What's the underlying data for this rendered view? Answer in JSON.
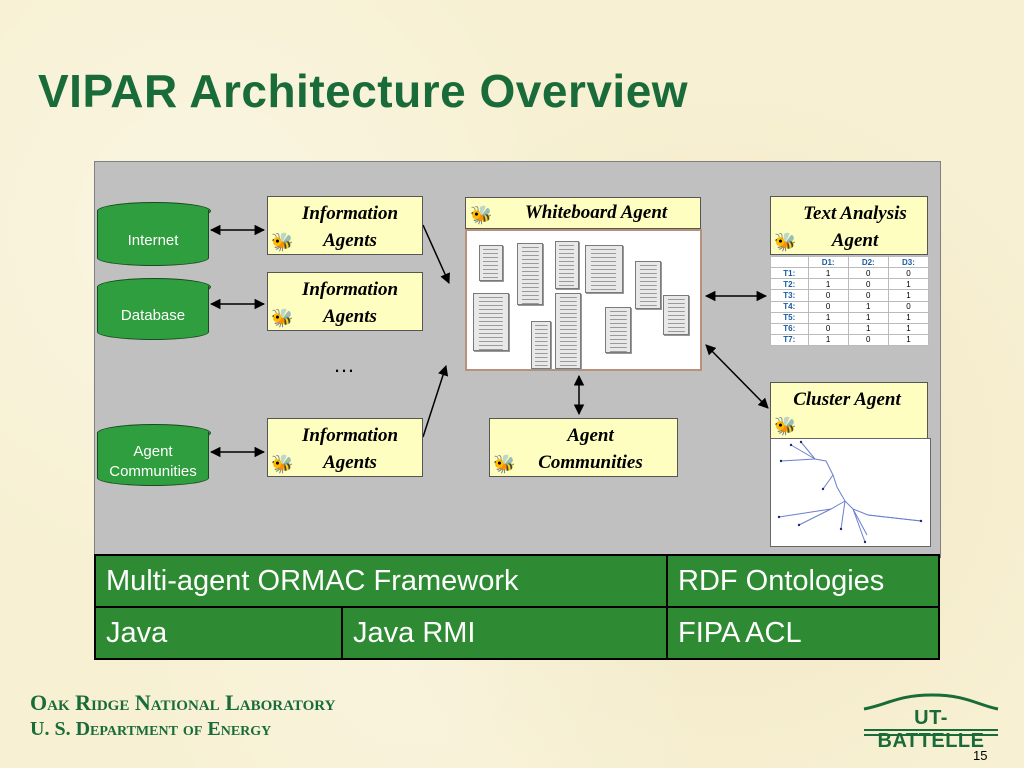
{
  "title": "VIPAR Architecture Overview",
  "sources": [
    "Internet",
    "Database",
    "Agent Communities"
  ],
  "info_agents": [
    "Information Agents",
    "Information Agents",
    "Information Agents"
  ],
  "ellipsis": "…",
  "whiteboard_agent": "Whiteboard Agent",
  "agent_communities": "Agent Communities",
  "text_analysis_agent": "Text Analysis Agent",
  "cluster_agent": "Cluster Agent",
  "matrix": {
    "headers": [
      "",
      "D1:",
      "D2:",
      "D3:"
    ],
    "rows": [
      [
        "T1:",
        "1",
        "0",
        "0"
      ],
      [
        "T2:",
        "1",
        "0",
        "1"
      ],
      [
        "T3:",
        "0",
        "0",
        "1"
      ],
      [
        "T4:",
        "0",
        "1",
        "0"
      ],
      [
        "T5:",
        "1",
        "1",
        "1"
      ],
      [
        "T6:",
        "0",
        "1",
        "1"
      ],
      [
        "T7:",
        "1",
        "0",
        "1"
      ]
    ]
  },
  "framework": {
    "ormac": "Multi-agent ORMAC Framework",
    "rdf": "RDF Ontologies",
    "java": "Java",
    "rmi": "Java RMI",
    "fipa": "FIPA ACL"
  },
  "footer": {
    "ornl_line1": "Oak Ridge National Laboratory",
    "ornl_line2": "U. S. Department of Energy",
    "logo": "UT-BATTELLE",
    "page": "15"
  },
  "colors": {
    "title": "#1a6b3a",
    "box_green": "#2e8b33",
    "cylinder": "#2e9e3e",
    "agent_box": "#fefec0"
  },
  "icons": [
    "agent-figure-icon",
    "document-icon"
  ]
}
